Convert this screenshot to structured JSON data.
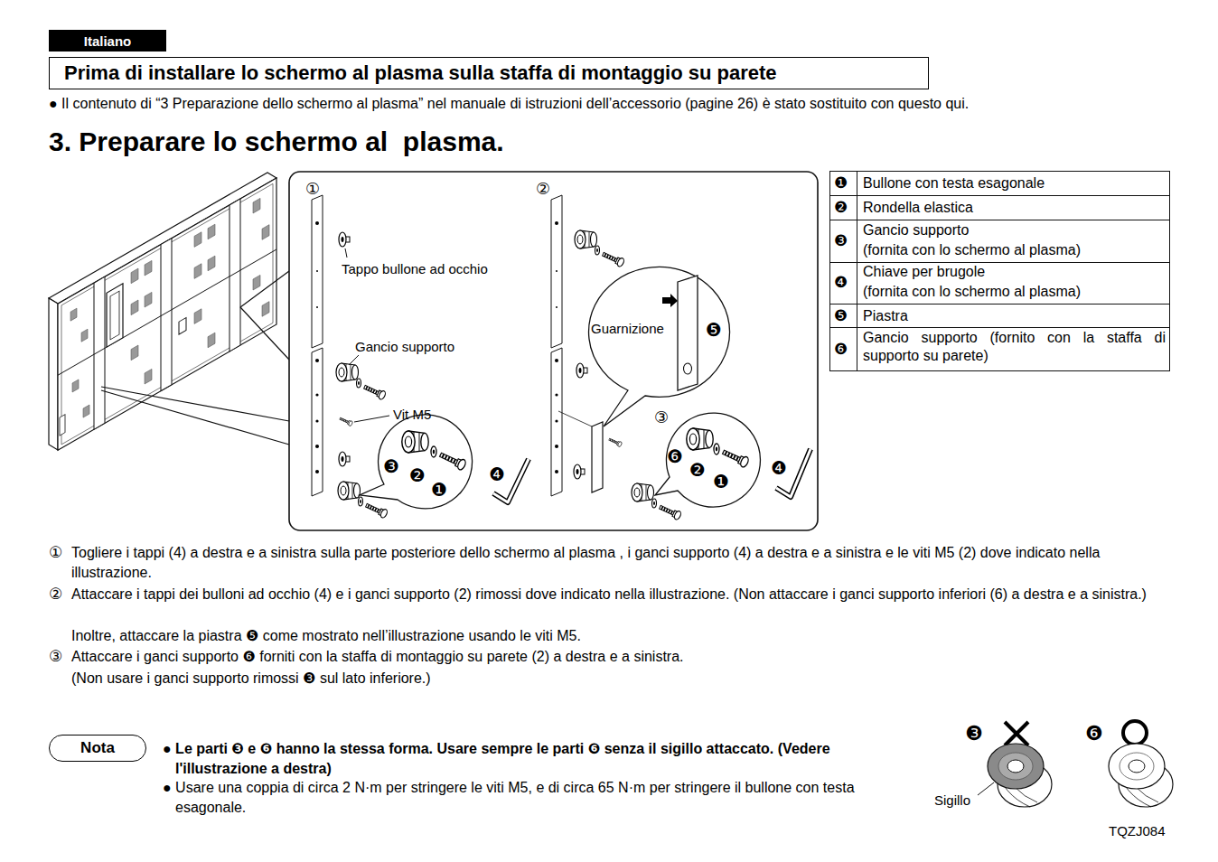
{
  "diagram": {
    "title": "3. Preparare lo schermo al  plasma.",
    "nodes": [
      {
        "text": [
          "Italiano"
        ]
      },
      {
        "text": [
          "Prima di installare lo schermo al plasma sulla staffa di montaggio su parete"
        ]
      },
      {
        "text": [
          "Nota"
        ]
      }
    ],
    "labels": [
      "● Il contenuto di “3 Preparazione dello schermo al plasma” nel manuale di istruzioni dell’accessorio (pagine 26) è stato sostituito con questo qui.",
      "①",
      "②",
      "Tappo bullone ad occhio",
      "Gancio supporto",
      "Vit M5",
      "❸",
      "❷",
      "❶",
      "❹",
      "Guarnizione",
      "❺",
      "③",
      "❻",
      "❷",
      "❶",
      "❹",
      "❶",
      "Bullone con testa esagonale",
      "❷",
      "Rondella elastica",
      "❸",
      "Gancio supporto",
      "(fornita con lo schermo al plasma)",
      "❹",
      "Chiave per brugole",
      "(fornita con lo schermo al plasma)",
      "❺",
      "Piastra",
      "❻",
      "Gancio supporto (fornito con la staffa di supporto su parete)",
      "①",
      "Togliere i tappi (4) a destra e a sinistra sulla parte posteriore dello schermo al plasma , i ganci supporto (4) a destra e a sinistra e le viti M5 (2) dove indicato nella illustrazione.",
      "②",
      "Attaccare i tappi dei bulloni ad occhio (4) e i ganci supporto (2) rimossi dove indicato nella illustrazione. (Non attaccare i ganci supporto inferiori (6) a destra e a sinistra.)",
      "Inoltre, attaccare la piastra ❺ come mostrato nell’illustrazione usando le viti M5.",
      "③",
      "Attaccare i ganci supporto ❻ forniti con la staffa di montaggio su parete (2) a destra e a sinistra.",
      "(Non usare i ganci supporto rimossi ❸ sul lato inferiore.)",
      "● Le parti ❸ e ❻ hanno la stessa forma. Usare sempre le parti ❻ senza il sigillo attaccato. (Vedere l'illustrazione a destra)",
      "● Usare una coppia di circa 2 N·m per stringere le viti M5, e di circa 65 N·m per stringere il bullone con testa esagonale.",
      "❸",
      "❻",
      "Sigillo",
      "TQZJ084"
    ]
  }
}
